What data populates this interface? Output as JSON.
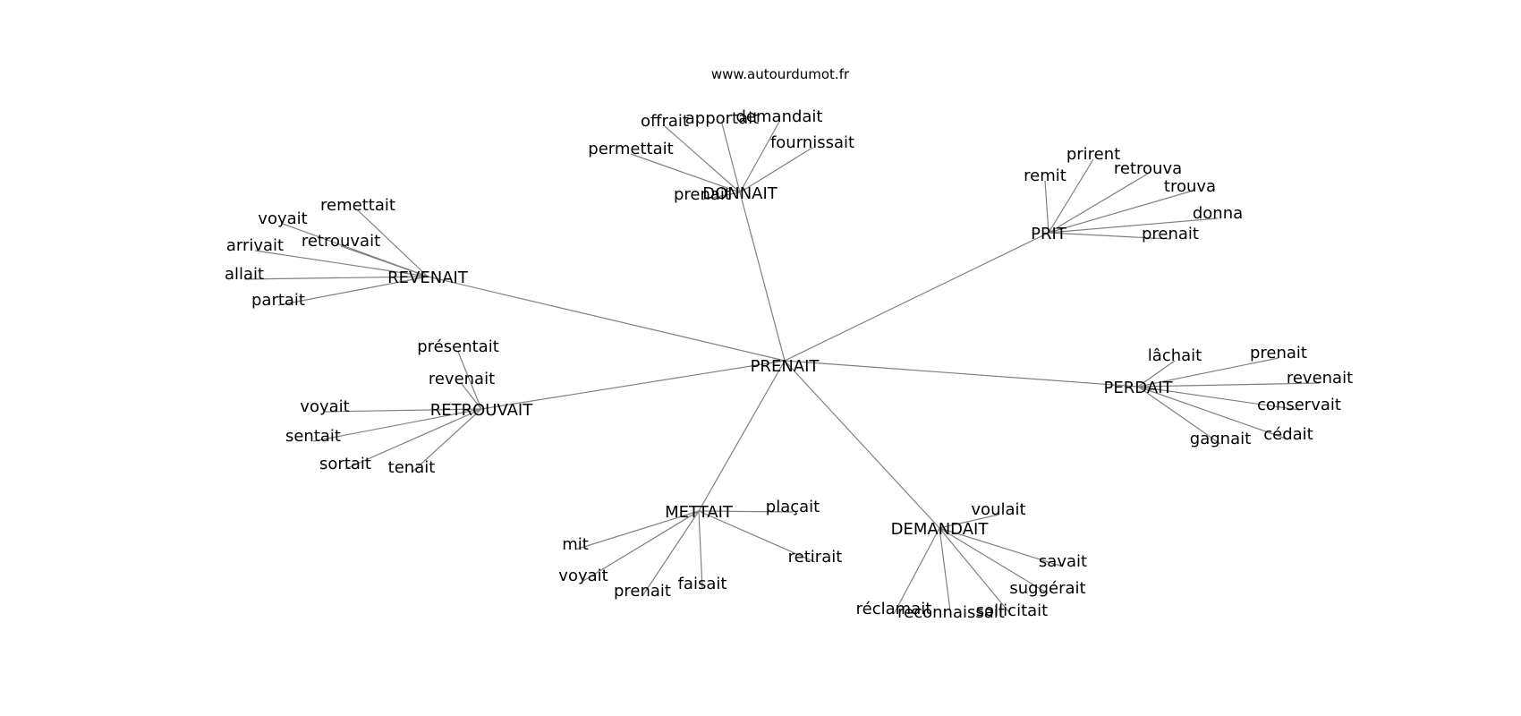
{
  "header": {
    "site": "www.autourdumot.fr"
  },
  "graph": {
    "center": "PRENAIT",
    "groups": [
      {
        "hub": "DONNAIT",
        "leaves": [
          "offrait",
          "apportait",
          "demandait",
          "fournissait",
          "permettait",
          "prenait"
        ]
      },
      {
        "hub": "PRIT",
        "leaves": [
          "prirent",
          "remit",
          "retrouva",
          "trouva",
          "donna",
          "prenait"
        ]
      },
      {
        "hub": "REVENAIT",
        "leaves": [
          "remettait",
          "voyait",
          "retrouvait",
          "arrivait",
          "allait",
          "partait"
        ]
      },
      {
        "hub": "RETROUVAIT",
        "leaves": [
          "présentait",
          "revenait",
          "voyait",
          "sentait",
          "sortait",
          "tenait"
        ]
      },
      {
        "hub": "PERDAIT",
        "leaves": [
          "lâchait",
          "prenait",
          "revenait",
          "conservait",
          "cédait",
          "gagnait"
        ]
      },
      {
        "hub": "METTAIT",
        "leaves": [
          "plaçait",
          "mit",
          "voyait",
          "prenait",
          "faisait",
          "retirait"
        ]
      },
      {
        "hub": "DEMANDAIT",
        "leaves": [
          "voulait",
          "savait",
          "suggérait",
          "sollicitait",
          "reconnaissait",
          "réclamait"
        ]
      }
    ]
  }
}
